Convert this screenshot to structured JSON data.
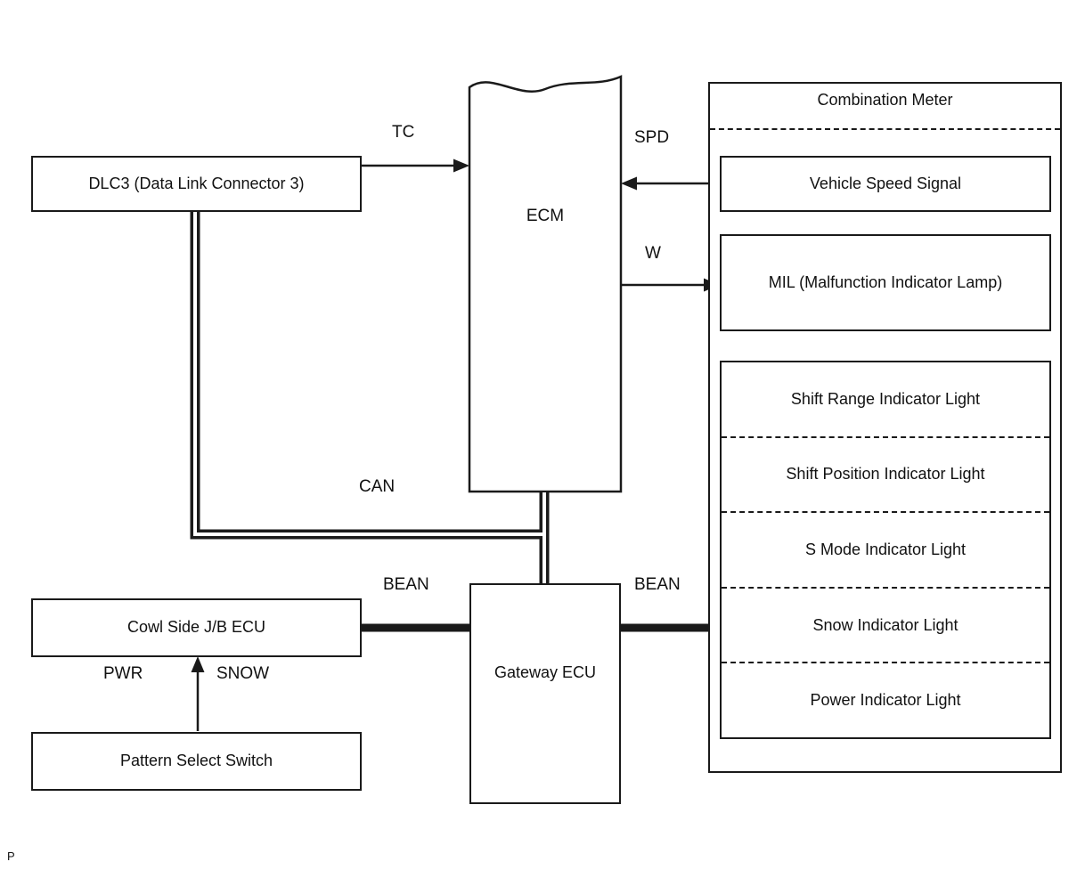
{
  "diagram": {
    "boxes": {
      "dlc3": "DLC3 (Data Link Connector 3)",
      "ecm": "ECM",
      "combination_meter": "Combination Meter",
      "vehicle_speed_signal": "Vehicle Speed Signal",
      "mil": "MIL (Malfunction Indicator Lamp)",
      "indicators": [
        "Shift Range Indicator Light",
        "Shift Position Indicator Light",
        "S Mode Indicator Light",
        "Snow Indicator Light",
        "Power Indicator Light"
      ],
      "cowl_side_jb_ecu": "Cowl Side J/B ECU",
      "pattern_select_switch": "Pattern Select Switch",
      "gateway_ecu": "Gateway ECU"
    },
    "wire_labels": {
      "tc": "TC",
      "spd": "SPD",
      "w": "W",
      "can": "CAN",
      "bean_left": "BEAN",
      "bean_right": "BEAN",
      "pwr": "PWR",
      "snow": "SNOW"
    },
    "footer": "P",
    "colors": {
      "line": "#1a1a1a",
      "background": "#ffffff"
    }
  }
}
